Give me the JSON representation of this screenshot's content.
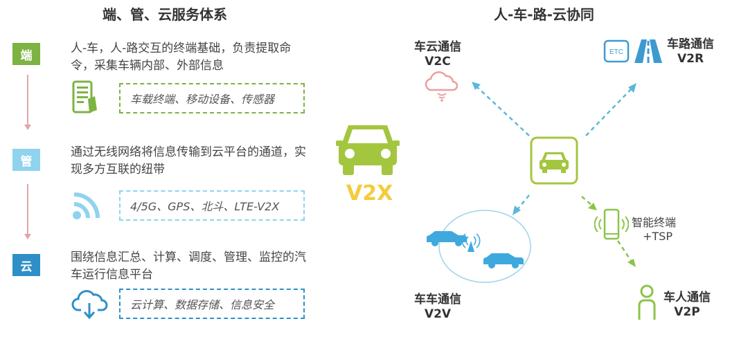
{
  "left": {
    "title": "端、管、云服务体系",
    "rows": [
      {
        "badge": "端",
        "color": "#7cb342",
        "desc": "人-车，人-路交互的终端基础，负责提取命令，采集车辆内部、外部信息",
        "tags": "车载终端、移动设备、传感器"
      },
      {
        "badge": "管",
        "color": "#8fd3ee",
        "desc": "通过无线网络将信息传输到云平台的通道，实现多方互联的纽带",
        "tags": "4/5G、GPS、北斗、LTE-V2X"
      },
      {
        "badge": "云",
        "color": "#2e90c7",
        "desc": "围绕信息汇总、计算、调度、管理、监控的汽车运行信息平台",
        "tags": "云计算、数据存储、信息安全"
      }
    ]
  },
  "center": {
    "label": "V2X"
  },
  "right": {
    "title": "人-车-路-云协同",
    "v2c": {
      "name": "车云通信",
      "code": "V2C"
    },
    "v2r": {
      "name": "车路通信",
      "code": "V2R",
      "etc": "ETC"
    },
    "v2v": {
      "name": "车车通信",
      "code": "V2V"
    },
    "v2p": {
      "name": "车人通信",
      "code": "V2P"
    },
    "terminal": {
      "line1": "智能终端",
      "line2": "+TSP"
    }
  }
}
